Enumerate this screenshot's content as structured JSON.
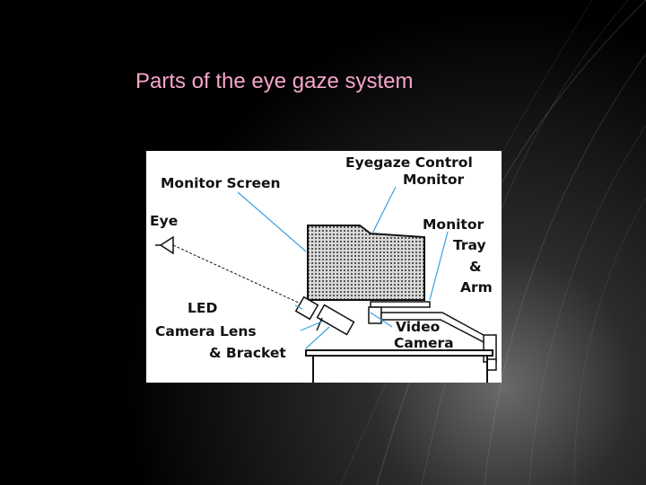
{
  "slide": {
    "title": "Parts of the eye gaze system",
    "title_color": "#f6a6cc",
    "background_color": "#000000"
  },
  "diagram": {
    "labels": {
      "monitor_screen": "Monitor Screen",
      "eyegaze_control": "Eyegaze Control",
      "monitor": "Monitor",
      "eye": "Eye",
      "monitor_arm": "Monitor",
      "tray": "Tray",
      "amp": "&",
      "arm": "Arm",
      "led": "LED",
      "camera_lens": "Camera Lens",
      "bracket": "& Bracket",
      "video": "Video",
      "camera": "Camera"
    },
    "colors": {
      "leader_line": "#3aa0e0",
      "ink": "#111111"
    }
  }
}
